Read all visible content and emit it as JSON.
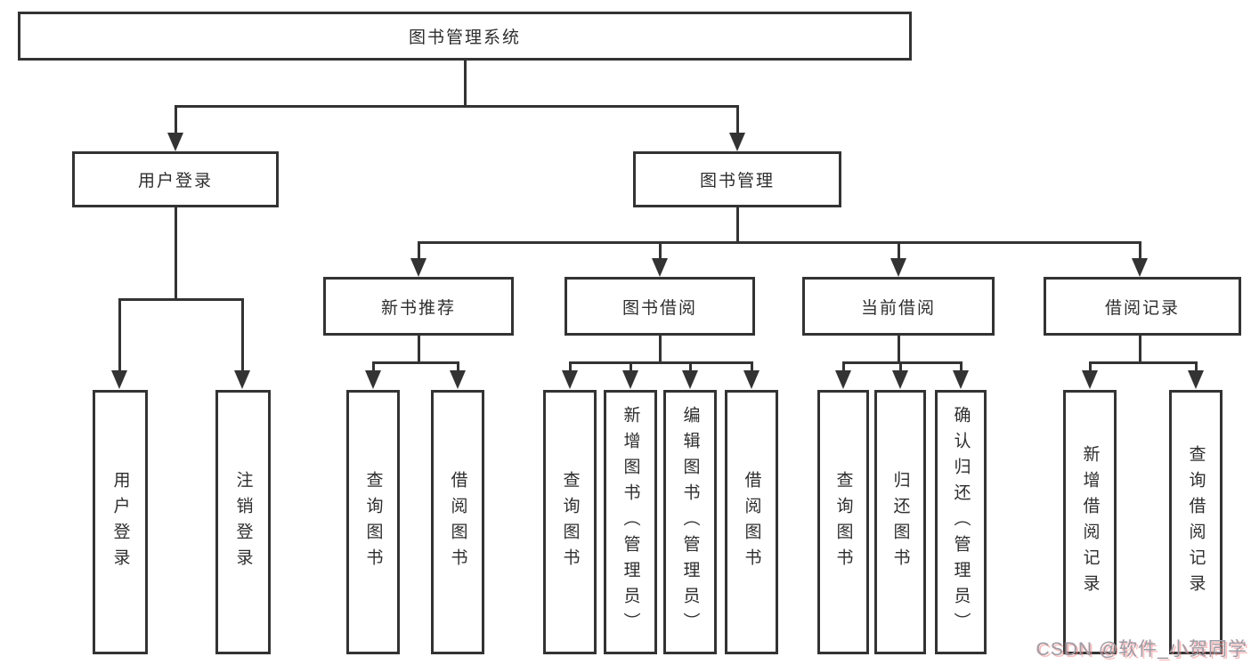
{
  "diagram_type": "hierarchy-tree",
  "hierarchy": {
    "label": "图书管理系统",
    "children": [
      {
        "label": "用户登录",
        "children": [
          {
            "label": "用户登录"
          },
          {
            "label": "注销登录"
          }
        ]
      },
      {
        "label": "图书管理",
        "children": [
          {
            "label": "新书推荐",
            "children": [
              {
                "label": "查询图书"
              },
              {
                "label": "借阅图书"
              }
            ]
          },
          {
            "label": "图书借阅",
            "children": [
              {
                "label": "查询图书"
              },
              {
                "label": "新增图书（管理员）"
              },
              {
                "label": "编辑图书（管理员）"
              },
              {
                "label": "借阅图书"
              }
            ]
          },
          {
            "label": "当前借阅",
            "children": [
              {
                "label": "查询图书"
              },
              {
                "label": "归还图书"
              },
              {
                "label": "确认归还（管理员）"
              }
            ]
          },
          {
            "label": "借阅记录",
            "children": [
              {
                "label": "新增借阅记录"
              },
              {
                "label": "查询借阅记录"
              }
            ]
          }
        ]
      }
    ]
  },
  "watermark": {
    "text": "CSDN @软件_小贺同学"
  },
  "colors": {
    "line": "#333333",
    "box_border": "#333333",
    "text": "#2e2e2e",
    "background": "#ffffff",
    "watermark_gray": "#9c9ca6",
    "watermark_pink": "#f28b8b"
  }
}
